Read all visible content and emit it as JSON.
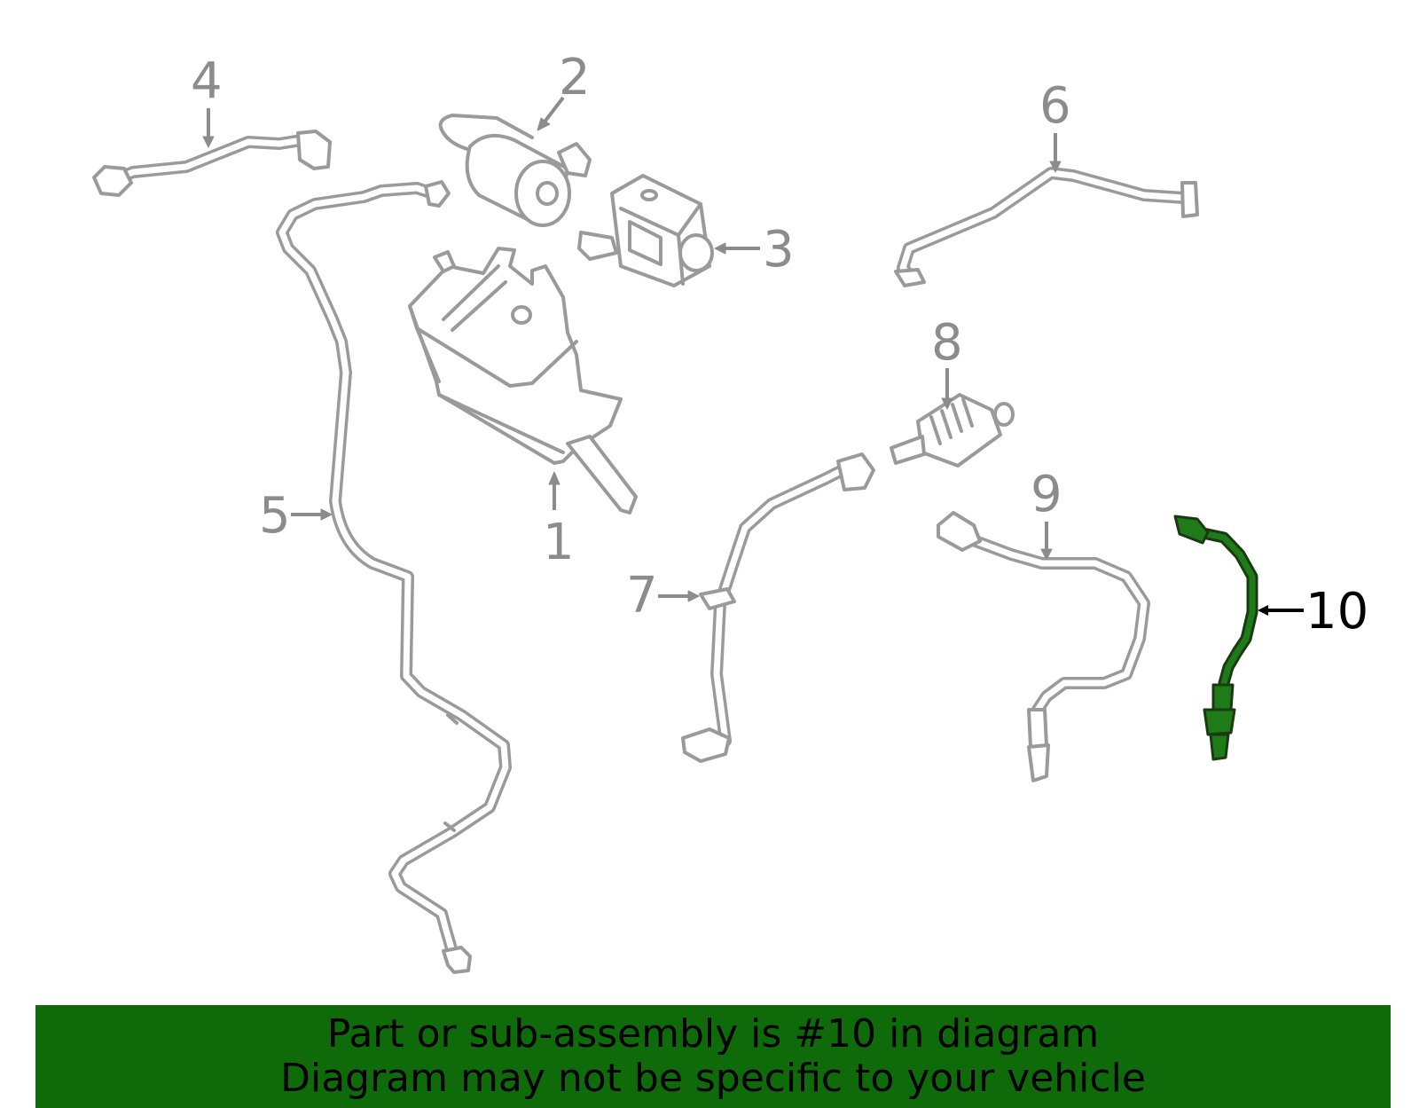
{
  "diagram": {
    "callouts": [
      {
        "id": "1",
        "label": "1"
      },
      {
        "id": "2",
        "label": "2"
      },
      {
        "id": "3",
        "label": "3"
      },
      {
        "id": "4",
        "label": "4"
      },
      {
        "id": "5",
        "label": "5"
      },
      {
        "id": "6",
        "label": "6"
      },
      {
        "id": "7",
        "label": "7"
      },
      {
        "id": "8",
        "label": "8"
      },
      {
        "id": "9",
        "label": "9"
      },
      {
        "id": "10",
        "label": "10"
      }
    ],
    "highlighted_part": "10",
    "colors": {
      "line_art": "#9a9a9a",
      "highlight": "#1f7a18",
      "banner": "#0f6b0a"
    }
  },
  "banner": {
    "line1": "Part or sub-assembly is #10 in diagram",
    "line2": "Diagram may not be specific to your vehicle"
  }
}
